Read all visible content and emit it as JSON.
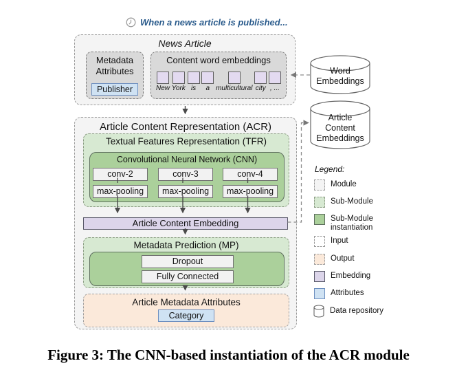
{
  "intro": {
    "note": "When a news article is published..."
  },
  "news": {
    "title": "News Article",
    "metadata": {
      "title": "Metadata Attributes",
      "attribute": "Publisher"
    },
    "content": {
      "title": "Content word embeddings",
      "tokens": [
        "New",
        "York",
        "is",
        "a",
        "multicultural",
        "city",
        ", ..."
      ]
    }
  },
  "repositories": {
    "word": "Word Embeddings",
    "acr": "Article Content Embeddings"
  },
  "acr": {
    "title": "Article Content Representation (ACR)",
    "tfr": {
      "title": "Textual Features Representation (TFR)",
      "cnn": {
        "title": "Convolutional Neural Network (CNN)",
        "columns": [
          {
            "conv": "conv-2",
            "pool": "max-pooling"
          },
          {
            "conv": "conv-3",
            "pool": "max-pooling"
          },
          {
            "conv": "conv-4",
            "pool": "max-pooling"
          }
        ]
      }
    },
    "embedding_bar": "Article Content Embedding",
    "mp": {
      "title": "Metadata Prediction (MP)",
      "layers": [
        "Dropout",
        "Fully Connected"
      ]
    },
    "output": {
      "title": "Article Metadata Attributes",
      "attribute": "Category"
    }
  },
  "legend": {
    "title": "Legend:",
    "items": [
      {
        "label": "Module",
        "type": "module"
      },
      {
        "label": "Sub-Module",
        "type": "submodule"
      },
      {
        "label": "Sub-Module instantiation",
        "type": "instantiation"
      },
      {
        "label": "Input",
        "type": "input"
      },
      {
        "label": "Output",
        "type": "output"
      },
      {
        "label": "Embedding",
        "type": "embedding"
      },
      {
        "label": "Attributes",
        "type": "attributes"
      },
      {
        "label": "Data repository",
        "type": "repository"
      }
    ]
  },
  "caption": "Figure 3: The CNN-based instantiation of the ACR module",
  "colors": {
    "module_fill": "#f4f4f4",
    "inner_gray_fill": "#d9d9d9",
    "submodule_fill": "#d7e9d2",
    "instantiation_fill": "#abd09b",
    "embedding_fill": "#dcd5ea",
    "attributes_fill": "#cfe2f3",
    "output_fill": "#fbe9da",
    "token_fill": "#e3daf0",
    "intro_text": "#2a5b8c",
    "arrow": "#4a4a4a",
    "dashed_connector": "#8a8a8a"
  }
}
